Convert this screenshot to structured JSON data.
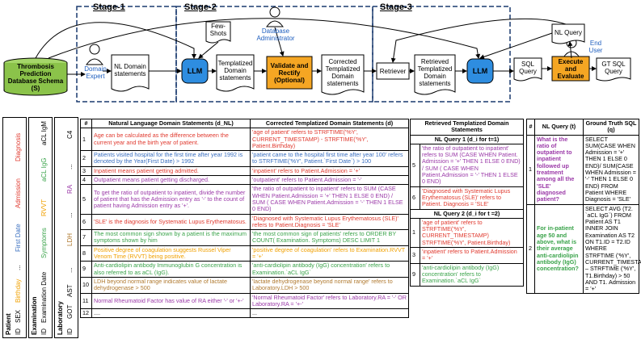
{
  "stages": {
    "stage1": "Stage-1",
    "stage2": "Stage-2",
    "stage3": "Stage-3"
  },
  "nodes": {
    "schema": "Thrombosis Prediction Database Schema (S)",
    "domain_expert": "Domain Expert",
    "nl_domain_statements": "NL Domain statements",
    "few_shots": "Few-Shots",
    "db_admin": "Database Administrator",
    "llm1": "LLM",
    "templatized": "Templatized Domain statements",
    "validate": "Validate and Rectify (Optional)",
    "corrected": "Corrected Templatized Domain statements",
    "retriever": "Retriever",
    "retrieved": "Retrieved Templatized Domain statements",
    "llm2": "LLM",
    "nl_query": "NL Query",
    "end_user": "End User",
    "sql_query": "SQL Query",
    "execute": "Execute and Evaluate",
    "gt_sql": "GT SQL Query"
  },
  "schema_tables": {
    "patient": {
      "name": "Patient",
      "cols": [
        "ID",
        "SEX",
        "Birthday",
        "...",
        "First Date",
        "Admission",
        "Diagnosis"
      ]
    },
    "examination": {
      "name": "Examination",
      "cols": [
        "ID",
        "Examination Date",
        "Symptoms",
        "RVVT",
        "aCL IgG",
        "aCL IgM"
      ]
    },
    "laboratory": {
      "name": "Laboratory",
      "cols": [
        "ID",
        "GOT",
        "AST",
        "...",
        "LDH",
        "...",
        "RA",
        "...",
        "C4"
      ]
    }
  },
  "main_table": {
    "headers": [
      "#",
      "Natural Language Domain Statements (d_NL)",
      "Corrected Templatized Domain Statements (d)"
    ],
    "rows": [
      {
        "n": "1",
        "nl": "Age can be calculated as the difference between the current year and the birth year of patient.",
        "t": "'age of patient' refers to STRFTIME('%Y', CURRENT_TIMESTAMP) - STRFTIME('%Y', Patient.Birthday)"
      },
      {
        "n": "2",
        "nl": "Patients visited hospital for the first time after year 1992 is denoted by the Year(First Date) > 1992",
        "t": "'patient came to the hospital first time after year 100' refers to STRFTIME('%Y', Patient.`First Date`) > 100"
      },
      {
        "n": "3",
        "nl": "Inpatient means patient getting admitted.",
        "t": "'inpatient' refers to Patient.Admission = '+'"
      },
      {
        "n": "4",
        "nl": "Outpatient means patient getting discharged.",
        "t": "'outpatient' refers to Patient.Admission = '-'"
      },
      {
        "n": "5",
        "nl": "To get the ratio of outpatient to inpatient, divide the number of patient that has the Admission entry as '-' to the count of patient having Admission entry as '+'.",
        "t": "'the ratio of outpatient to inpatient' refers to SUM (CASE WHEN Patient.Admission = '+' THEN 1 ELSE 0 END) / SUM ( CASE WHEN Patient.Admission = '-' THEN 1 ELSE 0 END)"
      },
      {
        "n": "6",
        "nl": "'SLE' is the diagnosis for Systematic Lupus Erythematosus.",
        "t": "'Diagnosed with Systematic Lupus Erythematosus (SLE)' refers to Patient.Diagnosis = 'SLE'"
      },
      {
        "n": "7",
        "nl": "The most common sign shown by a patient is the maximum symptoms shown by him",
        "t": "'the most common sign of patients' refers to ORDER BY COUNT( Examination. Symptoms) DESC LIMIT 1"
      },
      {
        "n": "8",
        "nl": "Positive degree of coagulation suggests Russel Viper Venom Time (RVVT) being positive.",
        "t": "'positive degree of coagulation' refers to Examination.RVVT = '+'"
      },
      {
        "n": "9",
        "nl": "Anti-cardiolipin antibody Immunoglubin G concentration is also referred to as aCL (IgG).",
        "t": "'anti-cardiolipin antibody (IgG) concentration' refers to Examination.`aCL IgG`"
      },
      {
        "n": "10",
        "nl": "LDH beyond normal range indicates value of lactate dehydrogenase > 500",
        "t": "'lactate dehydrogenase beyond normal range' refers to Laboratory.LDH > 500"
      },
      {
        "n": "11",
        "nl": "Normal Rheumatoid Factor has value of RA either '-' or '+-'",
        "t": "'Normal Rheumatoid Factor' refers to Laboratory.RA = '-' OR Laboratory.RA = '+-'"
      },
      {
        "n": "12",
        "nl": "....",
        "t": "..."
      }
    ]
  },
  "retrieved_table": {
    "header": "Retrieved Templatized Domain Statements",
    "q1": "NL Query 1 (d_i for t=1)",
    "q1_rows": [
      {
        "n": "5",
        "text": "'the ratio of outpatient to inpatient' refers to SUM (CASE WHEN Patient. Admission = '+' THEN 1 ELSE 0 END) / SUM ( CASE WHEN Patient.Admission = '-' THEN 1 ELSE 0 END)"
      },
      {
        "n": "6",
        "text": "'Diagnosed with Systematic Lupus Erythematosus (SLE)' refers to Patient. Diagnosis = 'SLE'"
      }
    ],
    "q2": "NL Query 2 (d_i for t =2)",
    "q2_rows": [
      {
        "n": "1",
        "text": "'age of patient' refers to STRFTIME('%Y', CURRENT_TIMESTAMP) STRFTIME('%Y', Patient.Birthday)"
      },
      {
        "n": "3",
        "text": "'inpatient' refers to Patient.Admission = '+'"
      },
      {
        "n": "9",
        "text": "'anti-cardiolipin antibody (IgG) concentration' refers to Examination.`aCL IgG`"
      }
    ]
  },
  "query_table": {
    "headers": [
      "#",
      "NL Query (t)",
      "Ground Truth SQL (q)"
    ],
    "rows": [
      {
        "n": "1",
        "q": "What is the ratio of outpatient to inpatient followed up treatment among all the 'SLE' diagnosed patient?",
        "sql": "SELECT SUM(CASE WHEN Admission = '+' THEN 1 ELSE 0 END)/ SUM(CASE WHEN Admission = '-' THEN 1 ELSE 0 END) FROM Patient WHERE Diagnosis = 'SLE'"
      },
      {
        "n": "2",
        "q": "For in-patient age 50 and above, what is their average anti-cardiolipin antibody (IgG) concentration?",
        "sql": "SELECT AVG (T2. `aCL IgG`) FROM Patient AS T1 INNER JOIN Examination AS T2 ON T1.ID = T2.ID WHERE STRFTIME ('%Y', CURRENT_TIMESTAMP) – STRFTIME ('%Y', T1.Birthday) > 50 AND T1. Admission = '+'"
      }
    ]
  },
  "colors": {
    "llm": "#2e8de0",
    "validate": "#f5a623",
    "execute": "#f5a623",
    "schema": "#8bc34a",
    "stage_border": "#1a3a6e"
  }
}
